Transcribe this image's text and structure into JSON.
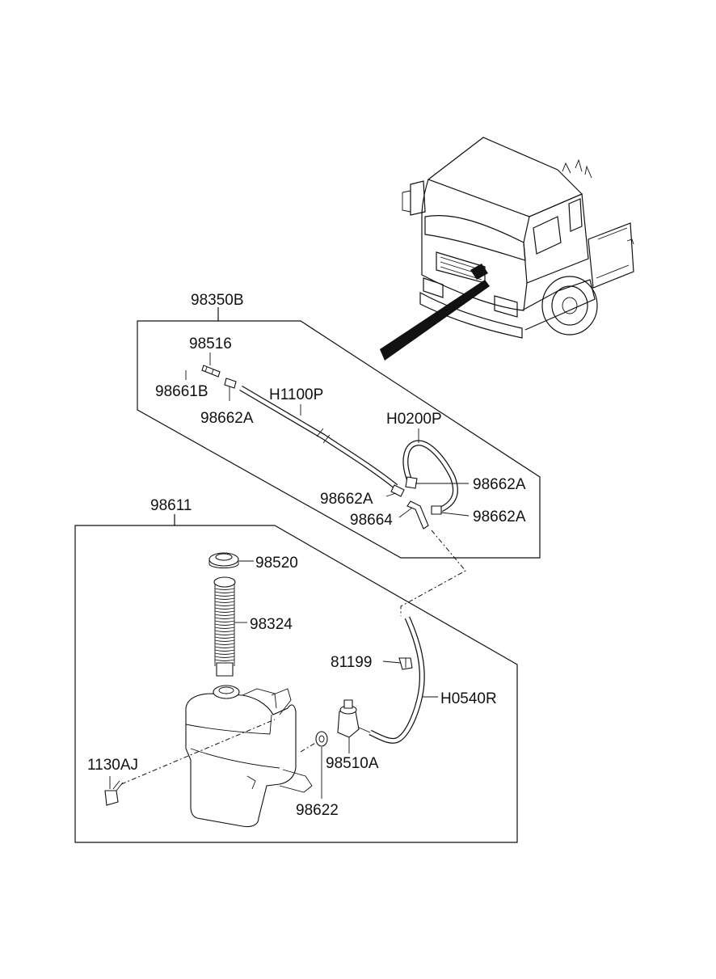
{
  "labels": {
    "p98350B": "98350B",
    "p98516": "98516",
    "p98661B": "98661B",
    "p98662A_1": "98662A",
    "pH1100P": "H1100P",
    "pH0200P": "H0200P",
    "p98662A_2": "98662A",
    "p98662A_3": "98662A",
    "p98664": "98664",
    "p98662A_4": "98662A",
    "p98611": "98611",
    "p98520": "98520",
    "p98324": "98324",
    "p81199": "81199",
    "pH0540R": "H0540R",
    "p98510A": "98510A",
    "p1130AJ": "1130AJ",
    "p98622": "98622"
  }
}
